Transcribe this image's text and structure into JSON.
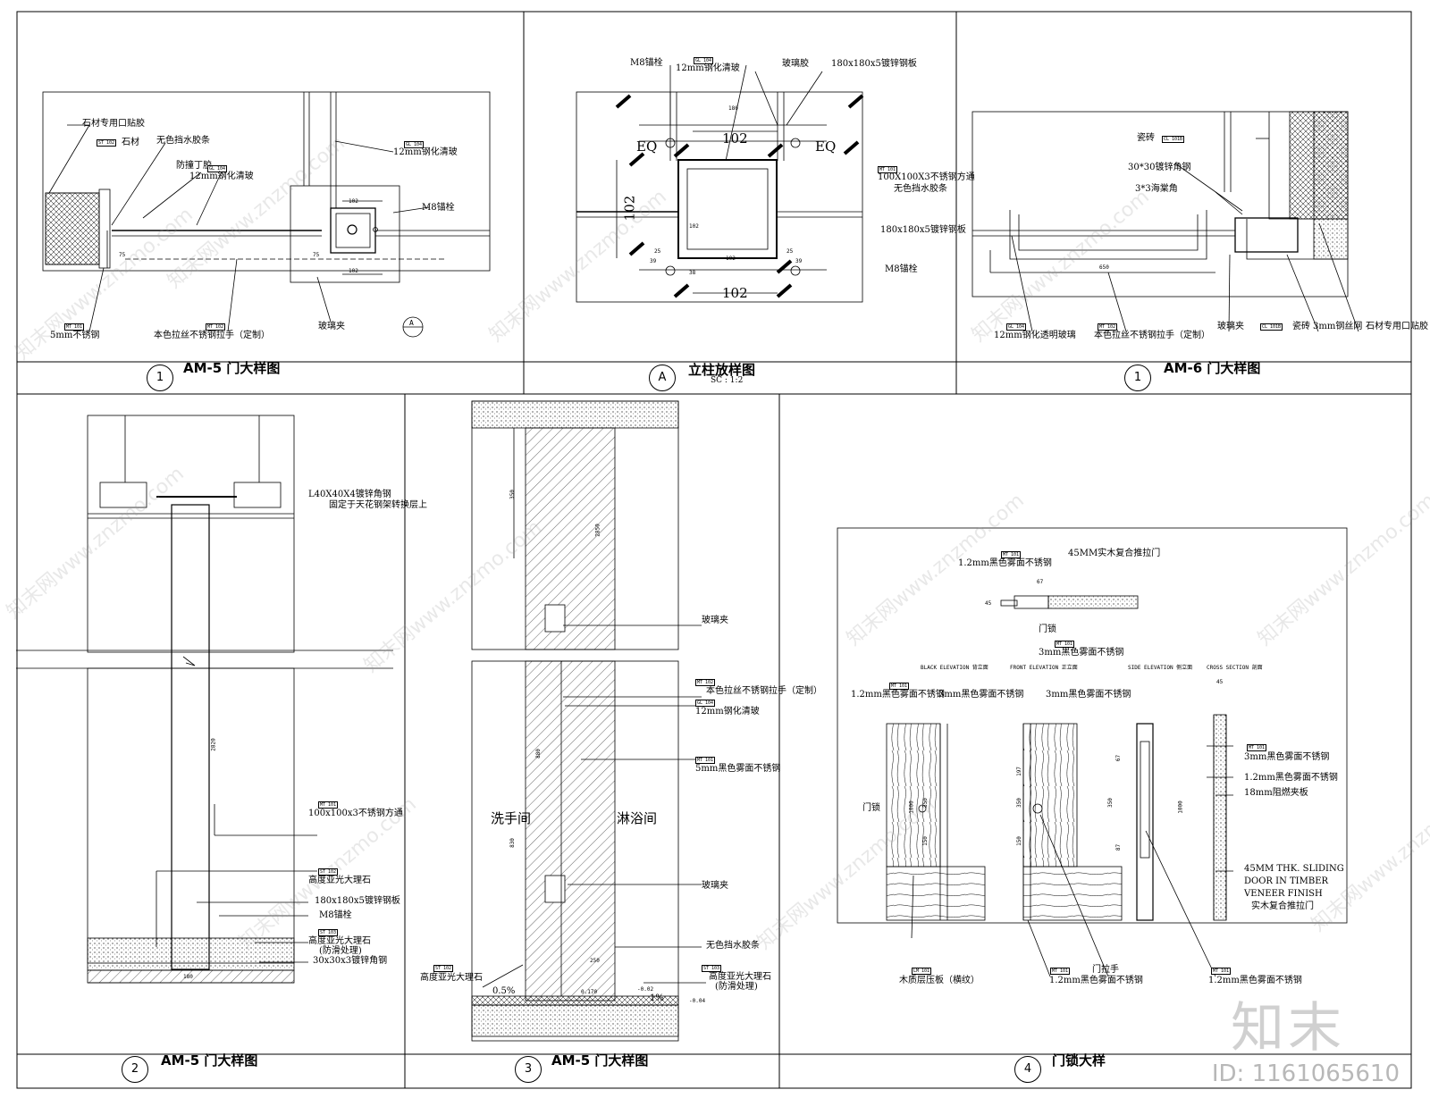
{
  "panels": {
    "p1": {
      "num": "1",
      "title": "AM-5 门大样图"
    },
    "pa": {
      "num": "A",
      "title": "立柱放样图",
      "scale": "SC :    1:2"
    },
    "p1b": {
      "num": "1",
      "title": "AM-6 门大样图"
    },
    "p2": {
      "num": "2",
      "title": "AM-5 门大样图"
    },
    "p3": {
      "num": "3",
      "title": "AM-5 门大样图"
    },
    "p4": {
      "num": "4",
      "title": "门锁大样"
    }
  },
  "p1_labels": {
    "l1": "石材专用口贴胶",
    "l2": "石材",
    "l3": "无色挡水胶条",
    "l4": "防撞丁胶",
    "l5": "12mm钢化清玻",
    "l6": "12mm钢化清玻",
    "l7": "M8锚栓",
    "l8": "5mm不锈钢",
    "l9": "本色拉丝不锈钢拉手（定制）",
    "l10": "玻璃夹",
    "t1": "ST 102",
    "t2": "GL 104",
    "t3": "GL 104",
    "t4": "MT 101",
    "t5": "MT 102",
    "sec": "A",
    "d1": "75",
    "d2": "75",
    "d3": "102",
    "d4": "102"
  },
  "pa_labels": {
    "l1": "M8锚栓",
    "l2": "12mm钢化清玻",
    "l3": "玻璃胶",
    "l4": "180x180x5镀锌钢板",
    "l5": "100X100X3不锈钢方通",
    "l6": "无色挡水胶条",
    "l7": "180x180x5镀锌钢板",
    "l8": "M8锚栓",
    "eq1": "EQ",
    "eq2": "EQ",
    "d1": "102",
    "d2": "102",
    "d3": "102",
    "d4": "102",
    "t1": "GL 104",
    "t2": "MT 101",
    "d5": "180",
    "d6": "25",
    "d7": "39",
    "d8": "38",
    "d9": "102",
    "d10": "25",
    "d11": "39"
  },
  "p1b_labels": {
    "l1": "瓷砖",
    "l2": "30*30镀锌角钢",
    "l3": "3*3海棠角",
    "l4": "玻璃夹",
    "l5": "瓷砖",
    "l6": "3mm钢丝网",
    "l7": "石材专用口贴胶",
    "l8": "12mm钢化透明玻璃",
    "l9": "本色拉丝不锈钢拉手（定制）",
    "t1": "CL 101B",
    "t2": "GL 104",
    "t3": "MT 102",
    "t4": "CL 101B",
    "d1": "650"
  },
  "p2_labels": {
    "l1": "L40X40X4镀锌角钢",
    "l2": "固定于天花钢架转换层上",
    "l3": "100x100x3不锈钢方通",
    "l4": "高度亚光大理石",
    "l5": "180x180x5镀锌钢板",
    "l6": "M8锚栓",
    "l7": "高度亚光大理石",
    "l8": "(防滑处理)",
    "l9": "30x30x3镀锌角钢",
    "t1": "MT 101",
    "t2": "ST 102",
    "t3": "ST 103",
    "d1": "2820",
    "d2": "180"
  },
  "p3_labels": {
    "l1": "玻璃夹",
    "l2": "本色拉丝不锈钢拉手（定制）",
    "l3": "12mm钢化清玻",
    "l4": "5mm黑色雾面不锈钢",
    "l5": "玻璃夹",
    "l6": "无色挡水胶条",
    "l7": "高度亚光大理石",
    "l8": "高度亚光大理石",
    "l9": "(防滑处理)",
    "r1": "洗手间",
    "r2": "淋浴间",
    "s1": "0.5%",
    "s2": "1%",
    "v1": "-0.02",
    "v2": "-0.04",
    "t1": "MT 102",
    "t2": "GL 104",
    "t3": "MT 101",
    "t4": "ST 102",
    "t5": "ST 103",
    "d1": "350",
    "d2": "2850",
    "d3": "880",
    "d4": "830",
    "d5": "250",
    "d6": "0.170"
  },
  "p4_labels": {
    "l1": "45MM实木复合推拉门",
    "l2": "1.2mm黑色雾面不锈钢",
    "l3": "门锁",
    "l4": "3mm黑色雾面不锈钢",
    "l5": "1.2mm黑色雾面不锈钢",
    "l6": "3mm黑色雾面不锈钢",
    "l7": "3mm黑色雾面不锈钢",
    "l8": "3mm黑色雾面不锈钢",
    "l9": "1.2mm黑色雾面不锈钢",
    "l10": "18mm阻燃夹板",
    "l11": "门锁",
    "l12": "45MM THK. SLIDING",
    "l13": "DOOR IN TIMBER",
    "l14": "VENEER FINISH",
    "l15": "实木复合推拉门",
    "l16": "木质层压板（横纹）",
    "l17": "门拉手",
    "l18": "1.2mm黑色雾面不锈钢",
    "l19": "1.2mm黑色雾面不锈钢",
    "h1": "BLACK ELEVATION 背立面",
    "h2": "FRONT ELEVATION 正立面",
    "h3": "SIDE ELEVATION 侧立面",
    "h4": "CROSS SECTION 剖面",
    "t1": "MT 101",
    "t2": "MT 101",
    "t3": "MT 101",
    "t4": "LM 101",
    "t5": "MT 101",
    "t6": "MT 101",
    "t7": "MT 101",
    "d1": "45",
    "d2": "67",
    "d3": "45",
    "d4": "350",
    "d5": "150",
    "d6": "1000",
    "d7": "197",
    "d8": "350",
    "d9": "150",
    "d10": "67",
    "d11": "350",
    "d12": "87",
    "d13": "1000"
  },
  "watermark": {
    "text": "知末网www.znzmo.com"
  },
  "brand": {
    "logo": "知末",
    "id": "ID: 1161065610"
  }
}
